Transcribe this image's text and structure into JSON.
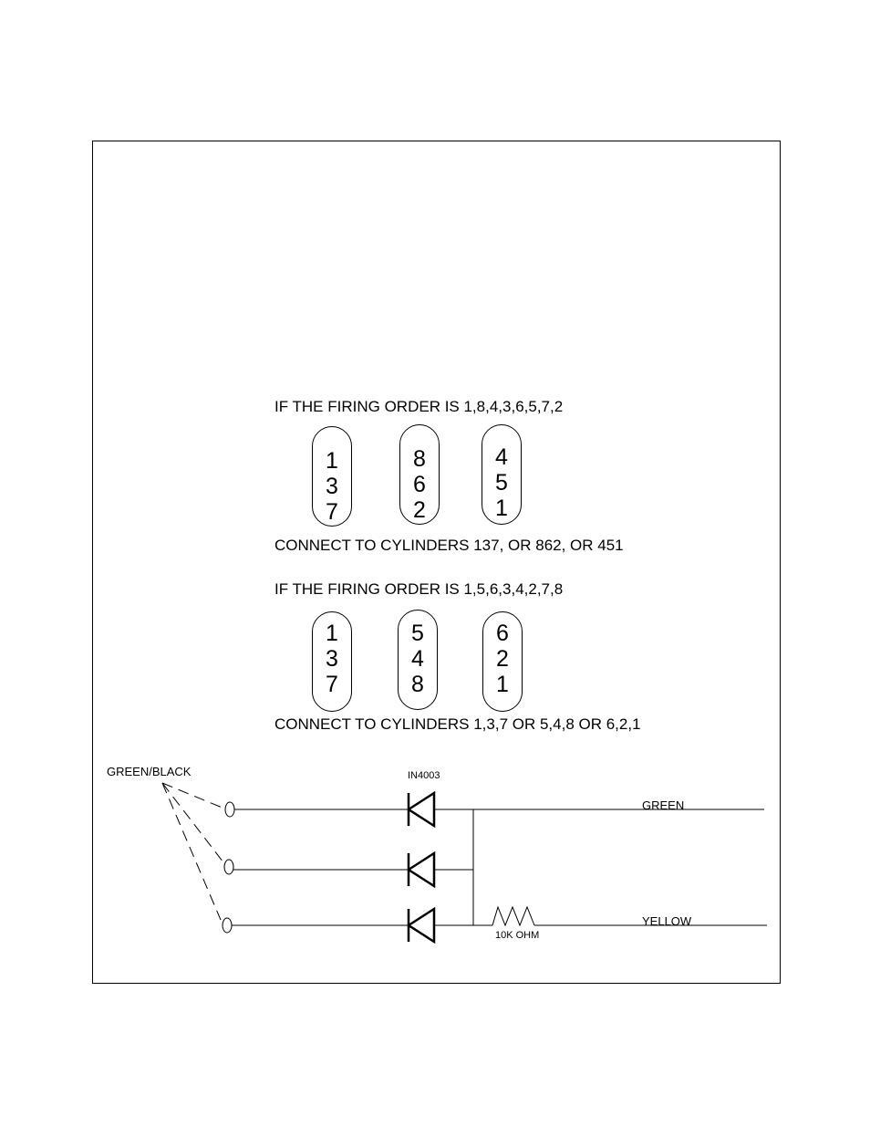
{
  "section1": {
    "heading": "IF THE FIRING ORDER IS  1,8,4,3,6,5,7,2",
    "connectors": [
      [
        "1",
        "3",
        "7"
      ],
      [
        "8",
        "6",
        "2"
      ],
      [
        "4",
        "5",
        "1"
      ]
    ],
    "note": "CONNECT TO CYLINDERS 137, OR 862, OR 451"
  },
  "section2": {
    "heading": "IF THE FIRING ORDER IS  1,5,6,3,4,2,7,8",
    "connectors": [
      [
        "1",
        "3",
        "7"
      ],
      [
        "5",
        "4",
        "8"
      ],
      [
        "6",
        "2",
        "1"
      ]
    ],
    "note": "CONNECT TO CYLINDERS 1,3,7 OR 5,4,8 OR 6,2,1"
  },
  "schematic": {
    "input_label": "GREEN/BLACK",
    "diode_label": "IN4003",
    "resistor_label": "10K OHM",
    "output_green": "GREEN",
    "output_yellow": "YELLOW"
  }
}
